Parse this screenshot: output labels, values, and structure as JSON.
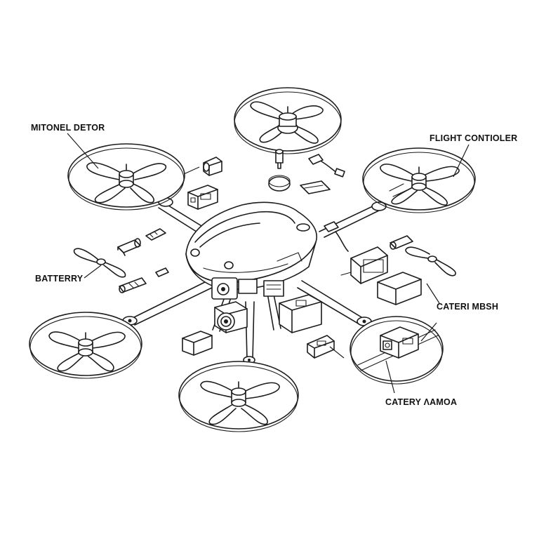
{
  "labels": {
    "motor_detector": "MITONEL DETOR",
    "flight_controller": "FLIGHT CONTIOLER",
    "battery": "BATTERRY",
    "camera_mesh": "CATERI MBSH",
    "camera": "CATERY ɅAMOA"
  },
  "colors": {
    "line": "#1c1c1c",
    "background": "#ffffff"
  }
}
